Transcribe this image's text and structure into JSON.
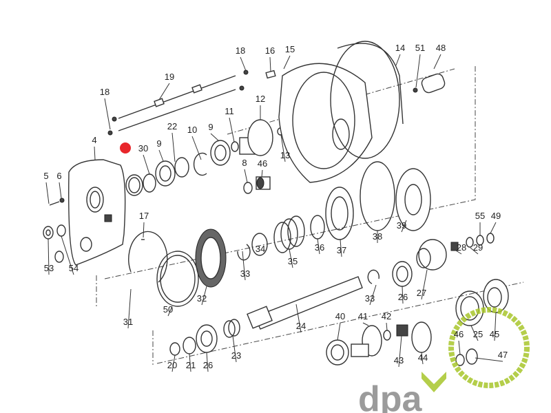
{
  "diagram": {
    "title": "Transmission exploded parts diagram",
    "highlight_color": "#e8262b",
    "labels": [
      "18",
      "16",
      "15",
      "14",
      "51",
      "48",
      "19",
      "18",
      "11",
      "12",
      "22",
      "10",
      "9",
      "9",
      "30",
      "4",
      "13",
      "8",
      "46",
      "5",
      "6",
      "17",
      "55",
      "49",
      "39",
      "38",
      "37",
      "36",
      "35",
      "34",
      "33",
      "53",
      "54",
      "28",
      "29",
      "32",
      "50",
      "31",
      "33",
      "26",
      "27",
      "24",
      "40",
      "41",
      "42",
      "43",
      "44",
      "46",
      "25",
      "45",
      "47",
      "20",
      "21",
      "26",
      "23"
    ]
  },
  "watermark": {
    "text": "dpa",
    "brand_green": "#a8c62b",
    "brand_gray": "#8a8a8a"
  }
}
